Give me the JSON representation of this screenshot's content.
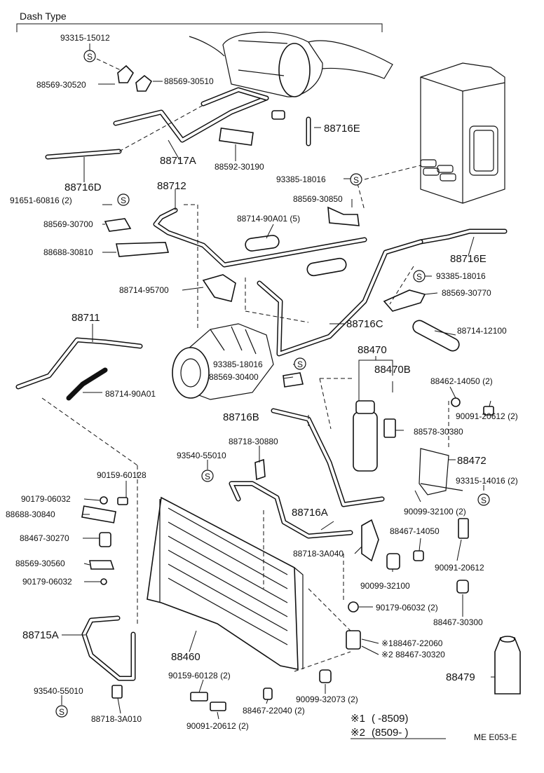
{
  "header": {
    "title": "Dash Type"
  },
  "footer": {
    "note1_mark": "※1",
    "note1_text": "(        -8509)",
    "note2_mark": "※2",
    "note2_text": "(8509-         )",
    "code": "ME  E053-E"
  },
  "symbol": "S",
  "labels": {
    "l01": "93315-15012",
    "l02": "88569-30520",
    "l03": "88569-30510",
    "l04": "88716E",
    "l05": "88717A",
    "l06": "88592-30190",
    "l07": "88716D",
    "l08": "93385-18016",
    "l09": "88712",
    "l10": "88569-30850",
    "l11": "91651-60816 (2)",
    "l12": "88714-90A01 (5)",
    "l13": "88569-30700",
    "l14": "88716E",
    "l15": "88688-30810",
    "l16": "93385-18016",
    "l17": "88714-95700",
    "l18": "88569-30770",
    "l19": "88711",
    "l20": "88716C",
    "l21": "88714-12100",
    "l22": "88470",
    "l23": "93385-18016",
    "l24": "88470B",
    "l25": "88569-30400",
    "l26": "88462-14050 (2)",
    "l27": "88714-90A01",
    "l28": "90091-20612 (2)",
    "l29": "88716B",
    "l30": "88578-30380",
    "l31": "88718-30880",
    "l32": "93540-55010",
    "l33": "88472",
    "l34": "90159-60128",
    "l35": "93315-14016 (2)",
    "l36": "90179-06032",
    "l37": "90099-32100 (2)",
    "l38": "88688-30840",
    "l39": "88716A",
    "l40": "88467-14050",
    "l41": "88467-30270",
    "l42": "88718-3A040",
    "l43": "88569-30560",
    "l44": "90091-20612",
    "l45": "90179-06032",
    "l46": "90099-32100",
    "l47": "90179-06032 (2)",
    "l48": "88467-30300",
    "l49": "88715A",
    "l50": "※188467-22060",
    "l51": "※2 88467-30320",
    "l52": "88460",
    "l53": "88479",
    "l54": "90159-60128 (2)",
    "l55": "93540-55010",
    "l56": "88467-22040 (2)",
    "l57": "90099-32073 (2)",
    "l58": "88718-3A010",
    "l59": "90091-20612 (2)"
  }
}
